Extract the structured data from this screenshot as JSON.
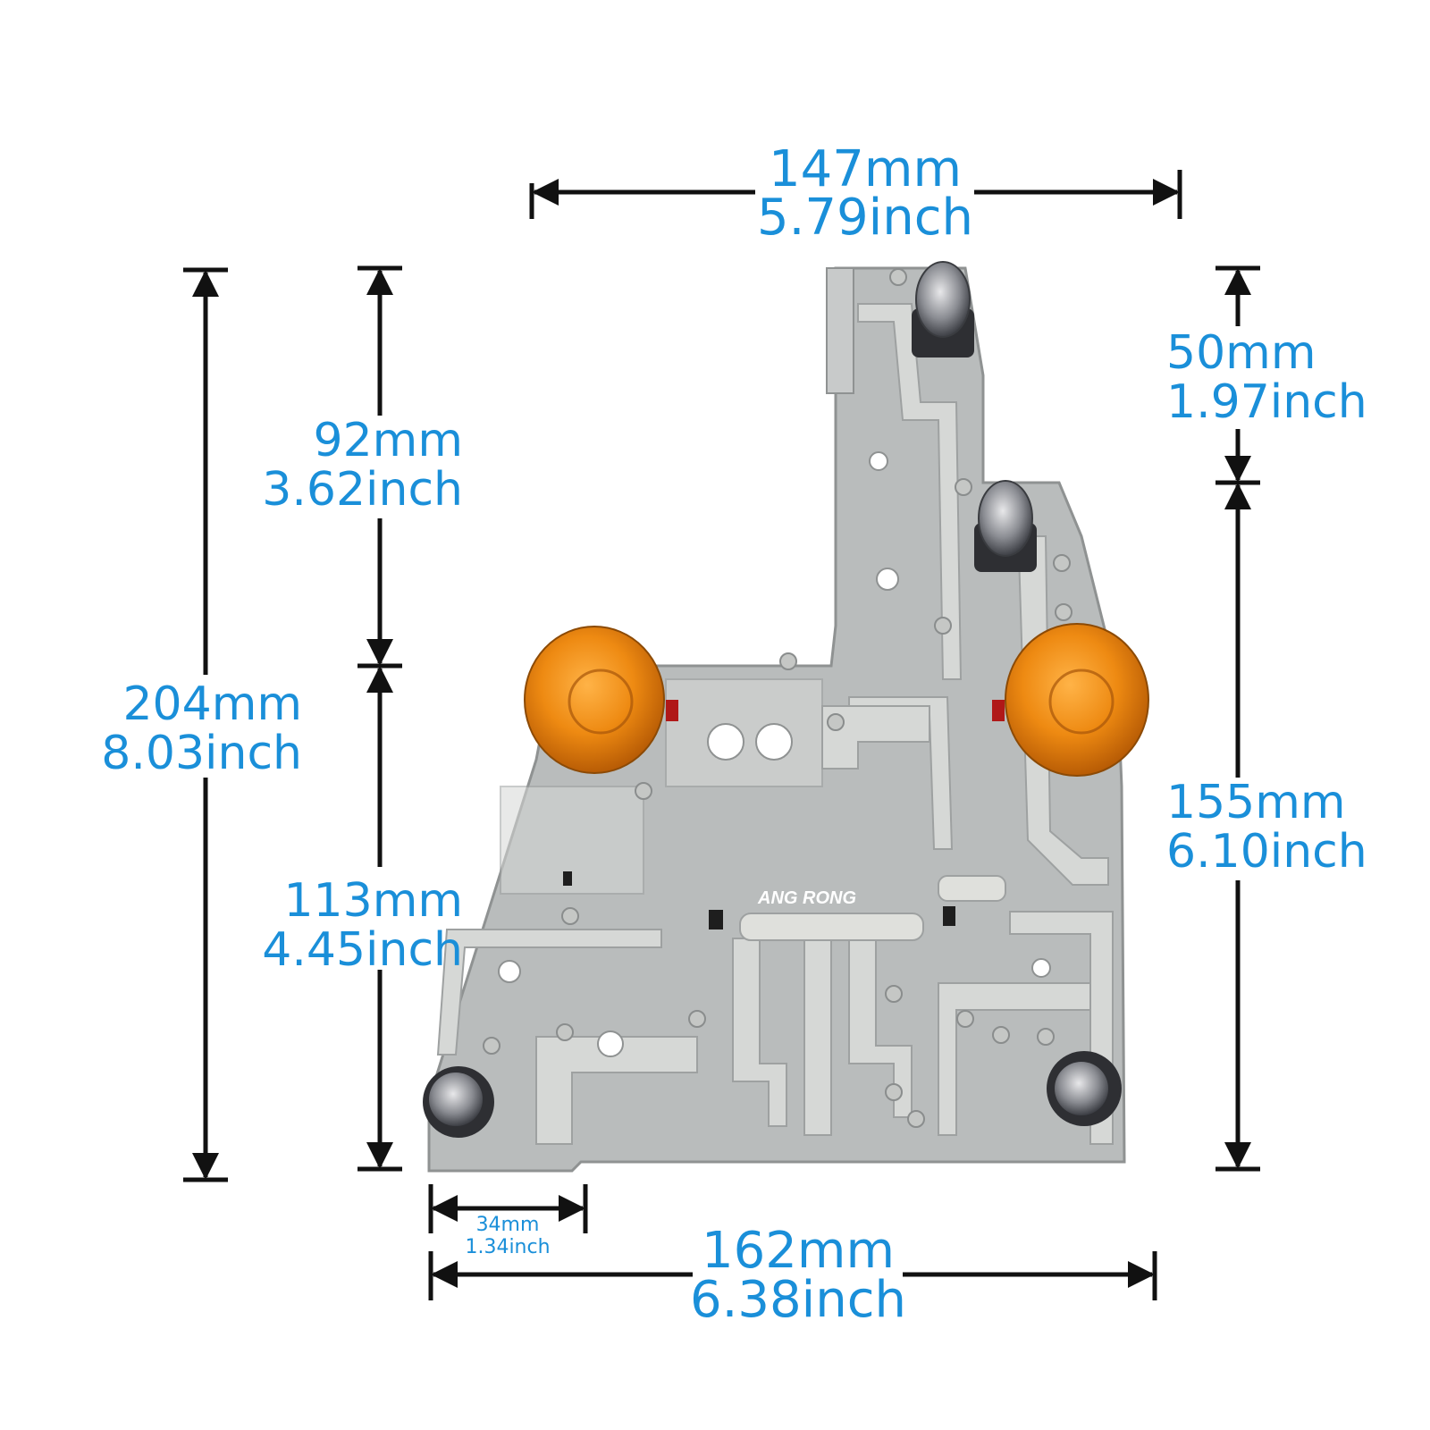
{
  "dimensions": {
    "top_width": {
      "mm": "147mm",
      "inch": "5.79inch"
    },
    "total_height": {
      "mm": "204mm",
      "inch": "8.03inch"
    },
    "upper_left": {
      "mm": "92mm",
      "inch": "3.62inch"
    },
    "lower_left": {
      "mm": "113mm",
      "inch": "4.45inch"
    },
    "upper_right": {
      "mm": "50mm",
      "inch": "1.97inch"
    },
    "lower_right": {
      "mm": "155mm",
      "inch": "6.10inch"
    },
    "bottom_small": {
      "mm": "34mm",
      "inch": "1.34inch"
    },
    "bottom_width": {
      "mm": "162mm",
      "inch": "6.38inch"
    }
  },
  "product": {
    "brand_label": "ANG RONG"
  },
  "colors": {
    "dimension_text": "#1a8fd9",
    "arrow": "#111111",
    "board": "#b9bcbc",
    "trace": "#d6d8d6",
    "amber_bulb": "#e88410"
  }
}
